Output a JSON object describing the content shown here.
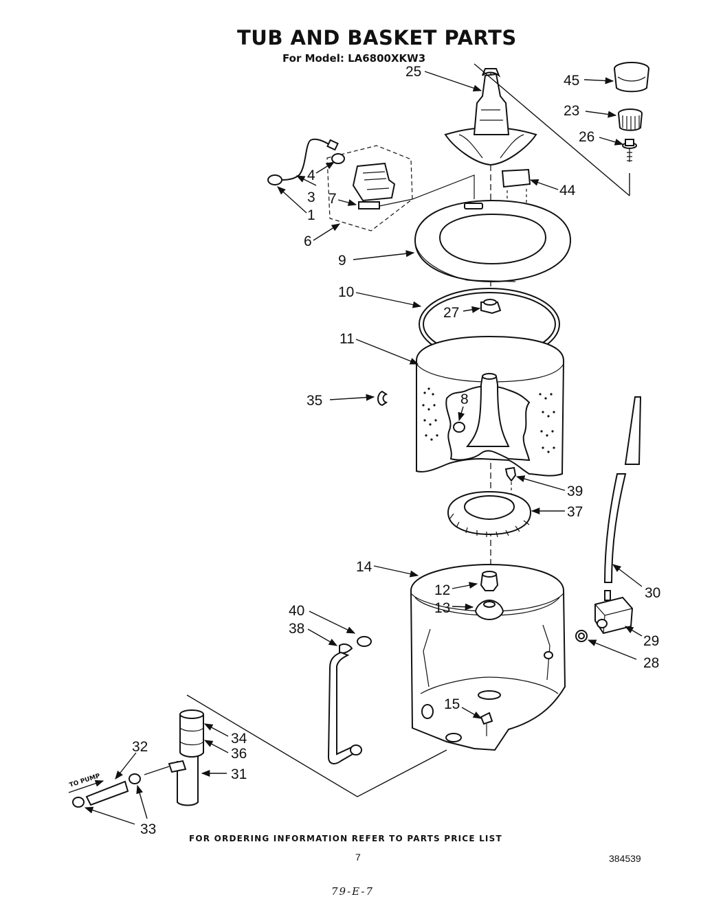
{
  "header": {
    "title": "TUB AND BASKET PARTS",
    "model_line": "For Model: LA6800XKW3"
  },
  "footer": {
    "ordering_note": "FOR ORDERING INFORMATION REFER TO PARTS PRICE LIST",
    "page_number": "7",
    "document_number": "384539",
    "handwritten_note": "79-E-7"
  },
  "diagram": {
    "callouts": [
      "25",
      "45",
      "23",
      "26",
      "44",
      "4",
      "3",
      "7",
      "1",
      "6",
      "9",
      "10",
      "27",
      "11",
      "35",
      "8",
      "39",
      "37",
      "14",
      "12",
      "13",
      "30",
      "40",
      "38",
      "29",
      "28",
      "15",
      "32",
      "34",
      "36",
      "31",
      "33"
    ],
    "pump_label": "TO PUMP"
  }
}
